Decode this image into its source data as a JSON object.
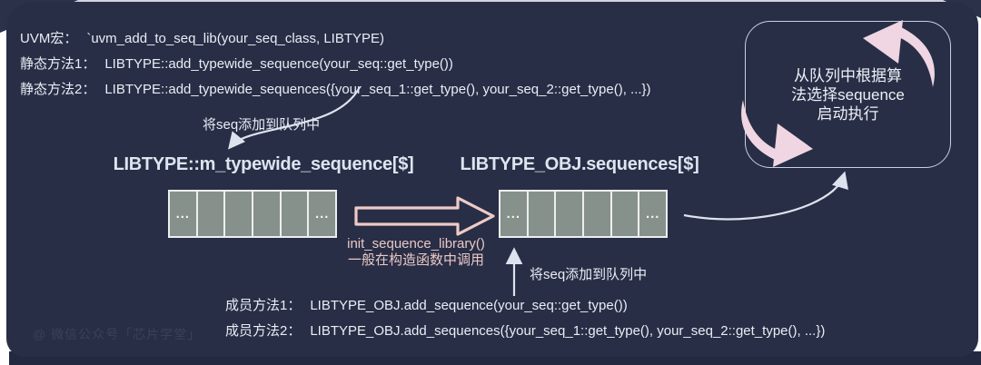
{
  "panel": {
    "top_lines": [
      {
        "label": "UVM宏：",
        "code": "`uvm_add_to_seq_lib(your_seq_class, LIBTYPE)"
      },
      {
        "label": "静态方法1：",
        "code": "LIBTYPE::add_typewide_sequence(your_seq::get_type())"
      },
      {
        "label": "静态方法2：",
        "code": "LIBTYPE::add_typewide_sequences({your_seq_1::get_type(), your_seq_2::get_type(), ...})"
      }
    ],
    "annotation_add_left": "将seq添加到队列中",
    "annotation_add_right": "将seq添加到队列中",
    "left_queue": {
      "title": "LIBTYPE::m_typewide_sequence[$]",
      "cells": [
        "...",
        "",
        "",
        "",
        "",
        "..."
      ]
    },
    "right_queue": {
      "title": "LIBTYPE_OBJ.sequences[$]",
      "cells": [
        "...",
        "",
        "",
        "",
        "",
        "..."
      ]
    },
    "transfer_caption": {
      "line1": "init_sequence_library()",
      "line2": "一般在构造函数中调用"
    },
    "select_box": {
      "line1": "从队列中根据算",
      "line2": "法选择sequence",
      "line3": "启动执行"
    },
    "bottom_lines": [
      {
        "label": "成员方法1：",
        "code": "LIBTYPE_OBJ.add_sequence(your_seq::get_type())"
      },
      {
        "label": "成员方法2：",
        "code": "LIBTYPE_OBJ.add_sequences({your_seq_1::get_type(), your_seq_2::get_type(), ...})"
      }
    ],
    "watermark": "@ 微信公众号「芯片学堂」"
  },
  "colors": {
    "panel_bg": "#282e45",
    "queue_cell": "#87918b",
    "queue_border": "#eceef0",
    "arrow_white": "#dde3ee",
    "arrow_pink": "#eecac7",
    "swoosh_pink": "#efd6e2",
    "text_light": "#e9edf6",
    "pink_text": "#eac8c6"
  }
}
